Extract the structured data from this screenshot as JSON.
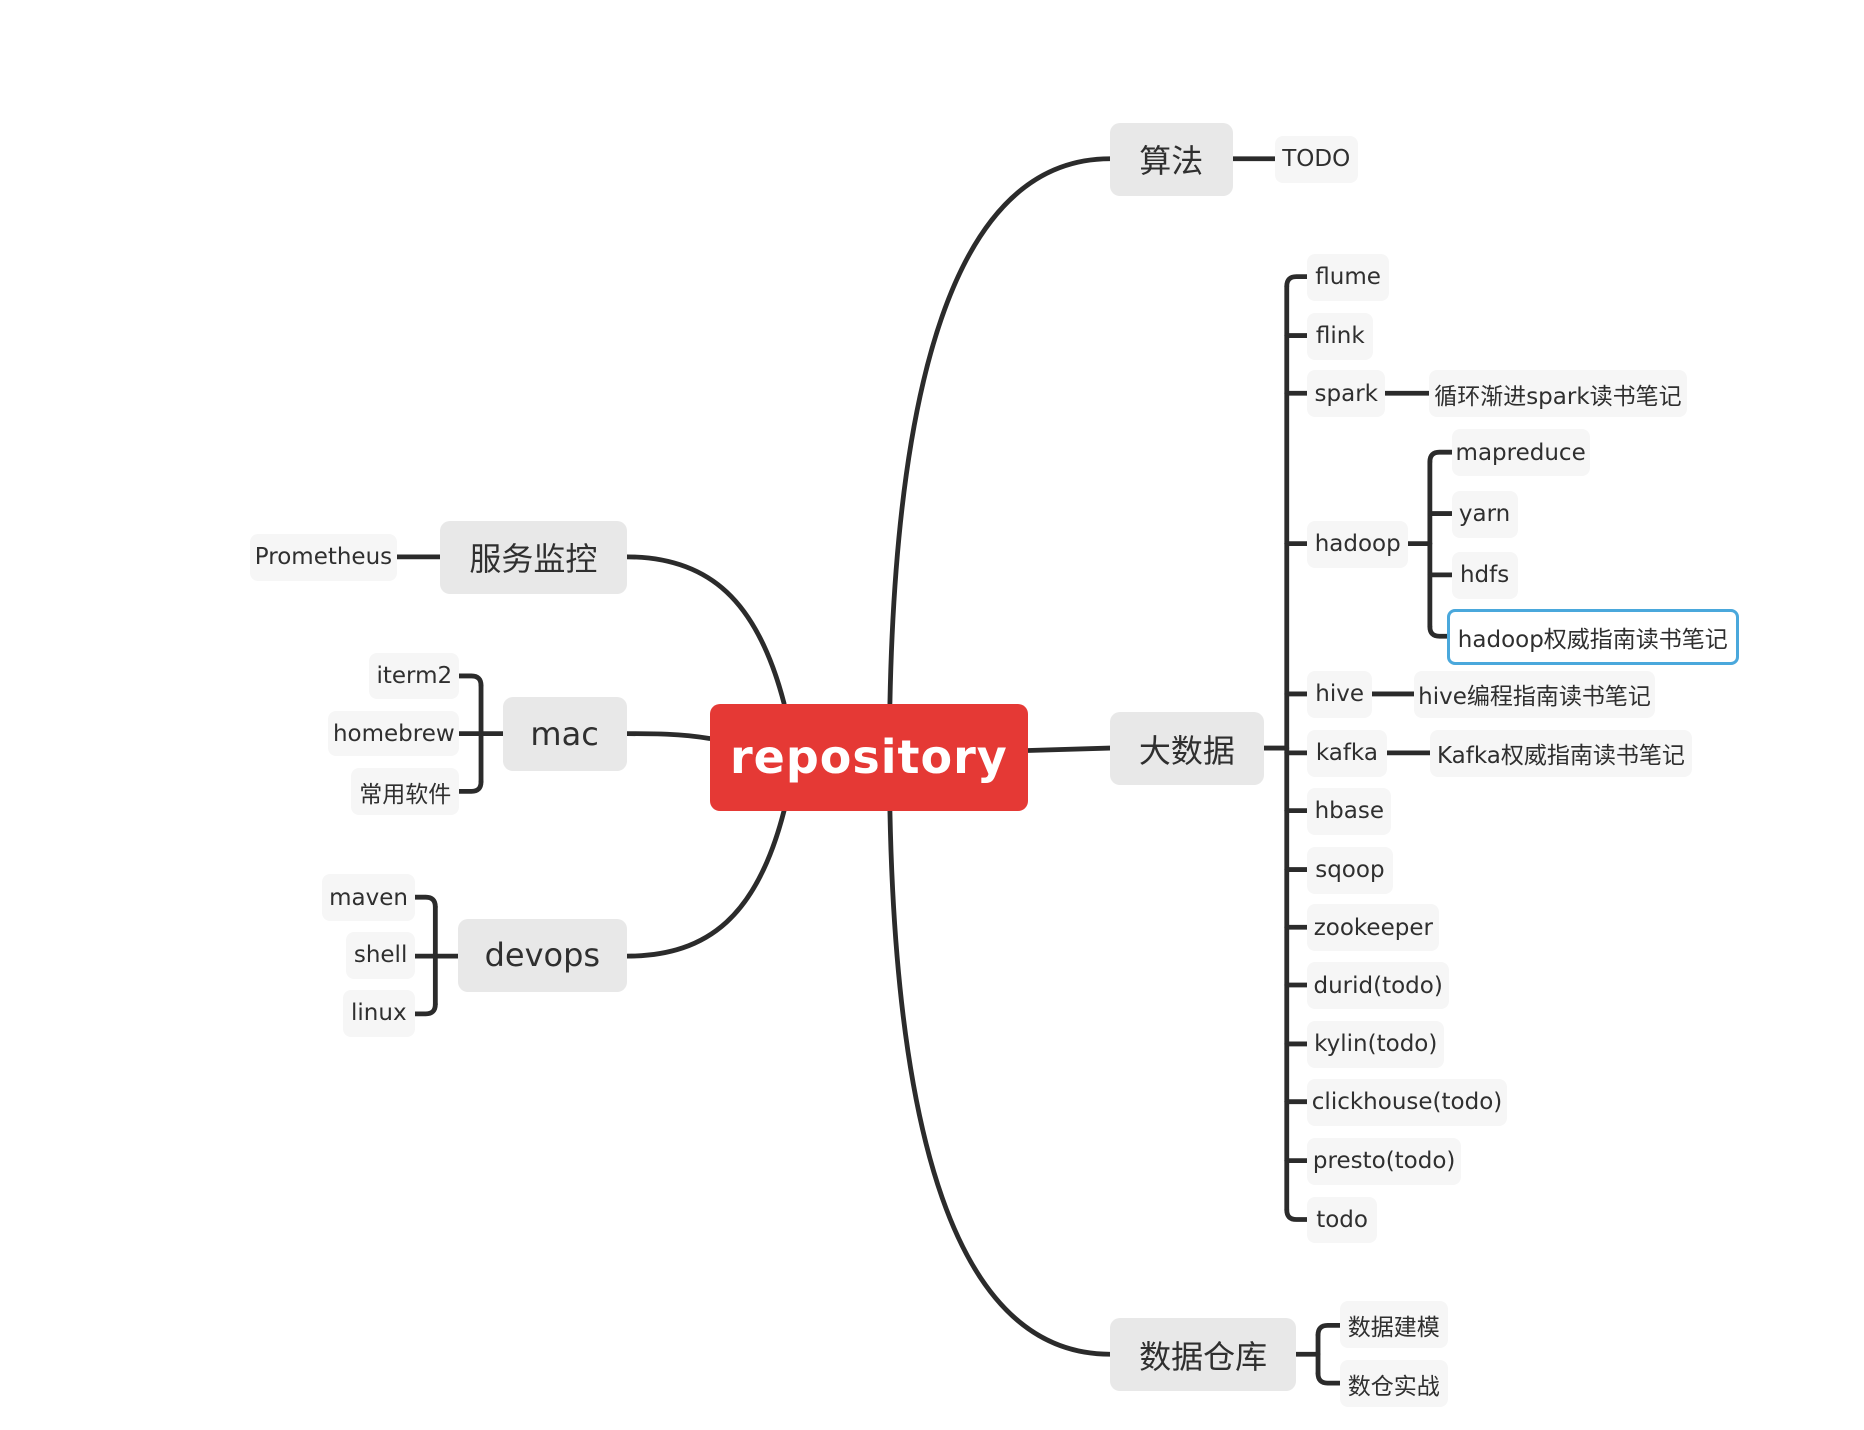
{
  "accent_colors": {
    "root_fill": "#e53935",
    "main_fill": "#e8e8e8",
    "leaf_fill": "#f6f6f6",
    "line": "#2b2b2b",
    "selection": "#4aa8dc"
  },
  "mindmap": {
    "root": "repository",
    "left": [
      {
        "label": "服务监控",
        "children": [
          "Prometheus"
        ]
      },
      {
        "label": "mac",
        "children": [
          "iterm2",
          "homebrew",
          "常用软件"
        ]
      },
      {
        "label": "devops",
        "children": [
          "maven",
          "shell",
          "linux"
        ]
      }
    ],
    "right": [
      {
        "label": "算法",
        "children": [
          "TODO"
        ]
      },
      {
        "label": "大数据",
        "children": [
          {
            "label": "flume"
          },
          {
            "label": "flink"
          },
          {
            "label": "spark",
            "children": [
              "循环渐进spark读书笔记"
            ]
          },
          {
            "label": "hadoop",
            "children": [
              "mapreduce",
              "yarn",
              "hdfs",
              "hadoop权威指南读书笔记"
            ],
            "selected_child": 3
          },
          {
            "label": "hive",
            "children": [
              "hive编程指南读书笔记"
            ]
          },
          {
            "label": "kafka",
            "children": [
              "Kafka权威指南读书笔记"
            ]
          },
          {
            "label": "hbase"
          },
          {
            "label": "sqoop"
          },
          {
            "label": "zookeeper"
          },
          {
            "label": "durid(todo)"
          },
          {
            "label": "kylin(todo)"
          },
          {
            "label": "clickhouse(todo)"
          },
          {
            "label": "presto(todo)"
          },
          {
            "label": "todo"
          }
        ]
      },
      {
        "label": "数据仓库",
        "children": [
          "数据建模",
          "数仓实战"
        ]
      }
    ]
  }
}
